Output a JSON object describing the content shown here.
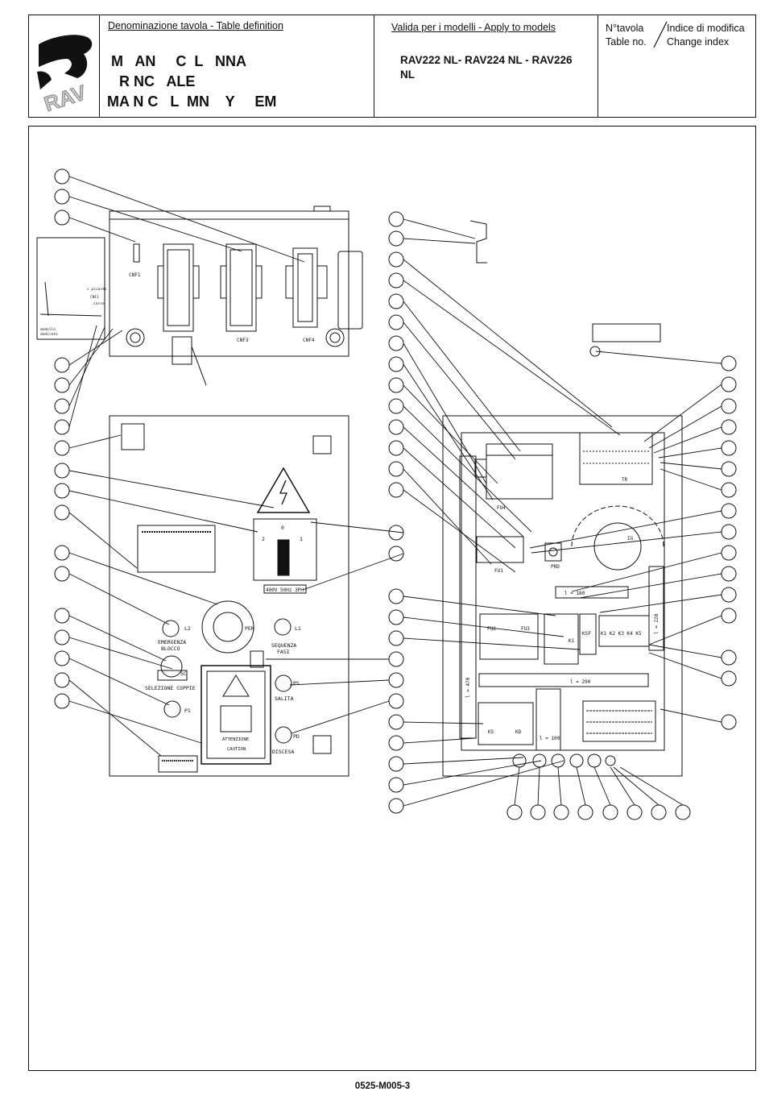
{
  "header": {
    "table_def_caption": "Denominazione tavola - Table definition",
    "title_lines": [
      "M   AN     C  L   NNA",
      "  R NC   ALE",
      "MA N C   L  MN    Y     EM"
    ],
    "models_caption": "Valida per i modelli - Apply to models",
    "models": "RAV222 NL- RAV224 NL - RAV226 NL",
    "table_no_label_it": "N°tavola",
    "table_no_label_en": "Table no.",
    "change_index_it": "Indice di modifica",
    "change_index_en": "Change index"
  },
  "logo": {
    "text": "RAV"
  },
  "drawing": {
    "cnf1": "CNF1",
    "cnf3": "CNF3",
    "cnf4": "CNF4",
    "inset_lines": [
      "c picardo",
      "CNF1",
      "corso",
      "modello",
      "dedicato"
    ],
    "switch_0": "0",
    "switch_1": "1",
    "switch_2": "2",
    "switch_rating": "400V 50Hz 3PH",
    "pem": "PEM",
    "l2": "L2",
    "l2_caption_1": "EMERGENZA",
    "l2_caption_2": "BLOCCO",
    "l1": "L1",
    "l1_caption_1": "SEQUENZA",
    "l1_caption_2": "FASI",
    "sc": "SC",
    "sc_caption": "SELEZIONE COPPIE",
    "p1": "P1",
    "ps": "PS",
    "ps_caption": "SALITA",
    "pd": "PD",
    "pd_caption": "DISCESA",
    "warn_1": "ATTENZIONE",
    "warn_2": "CAUTION",
    "fu4": "FU4",
    "tr": "TR",
    "ig": "IG",
    "fu1": "FU1",
    "prd": "PRD",
    "l180": "l = 180",
    "l220": "l = 220",
    "fu2": "FU2",
    "fu3": "FU3",
    "k1": "K1",
    "ksf": "KSF",
    "k_row": "K1 K2 K3 K4 K5",
    "l290": "l = 290",
    "l470": "l = 470",
    "ks": "KS",
    "kd": "KD",
    "l100": "l = 100"
  },
  "footer": {
    "code": "0525-M005-3"
  }
}
